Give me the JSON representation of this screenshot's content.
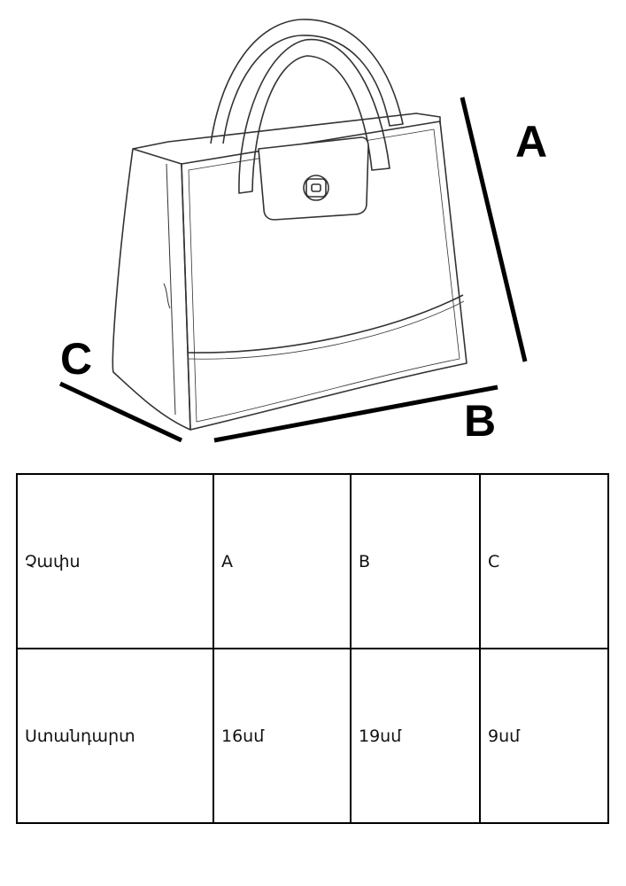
{
  "diagram": {
    "labels": {
      "a": "A",
      "b": "B",
      "c": "C"
    }
  },
  "size_table": {
    "header": [
      "Չափս",
      "A",
      "B",
      "C"
    ],
    "rows": [
      [
        "Ստանդարտ",
        "16սմ",
        "19սմ",
        "9սմ"
      ]
    ]
  }
}
